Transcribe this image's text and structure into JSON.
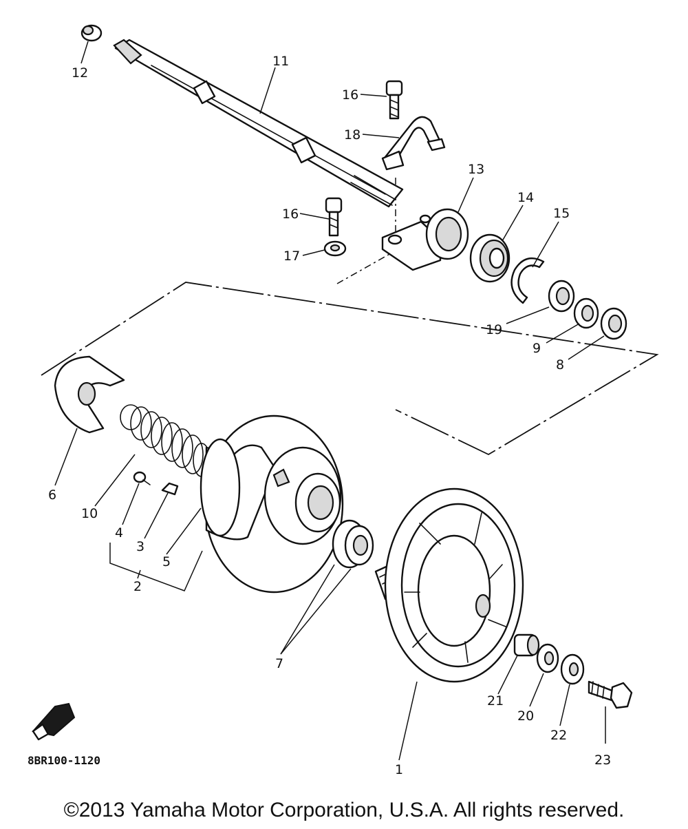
{
  "diagram": {
    "drawing_code": "8BR100-1120",
    "copyright": "©2013 Yamaha Motor Corporation, U.S.A. All rights reserved.",
    "callouts": {
      "c1": "1",
      "c2": "2",
      "c3": "3",
      "c4": "4",
      "c5": "5",
      "c6": "6",
      "c7": "7",
      "c8": "8",
      "c9": "9",
      "c10": "10",
      "c11": "11",
      "c12": "12",
      "c13": "13",
      "c14": "14",
      "c15": "15",
      "c16a": "16",
      "c16b": "16",
      "c17": "17",
      "c18": "18",
      "c19": "19",
      "c20": "20",
      "c21": "21",
      "c22": "22",
      "c23": "23"
    }
  }
}
